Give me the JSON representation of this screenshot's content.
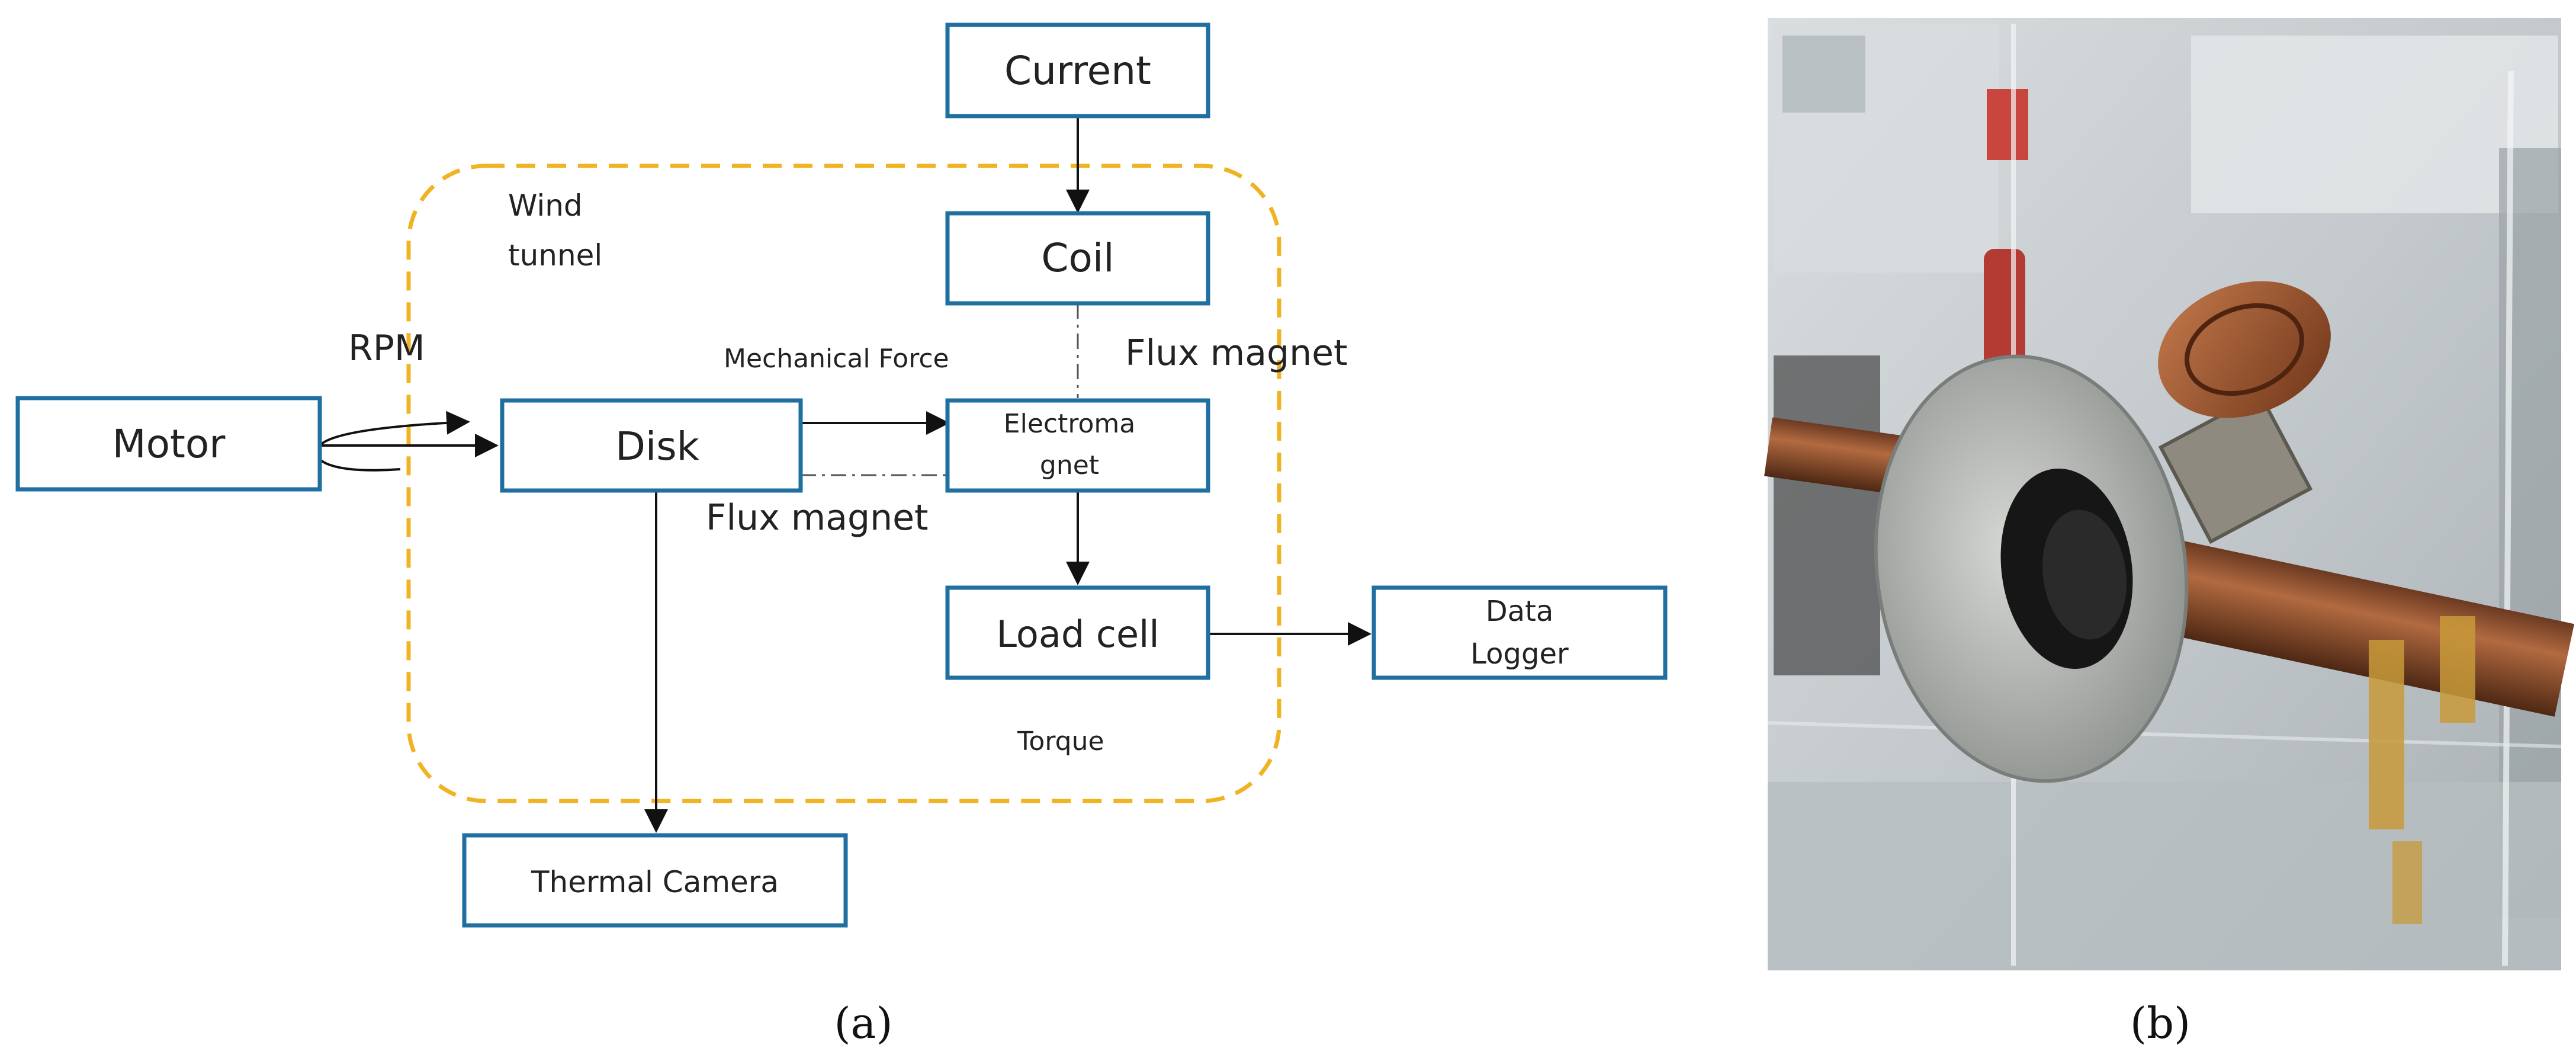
{
  "diagram": {
    "nodes": {
      "current": "Current",
      "coil": "Coil",
      "motor": "Motor",
      "disk": "Disk",
      "electromagnet_line1": "Electroma",
      "electromagnet_line2": "gnet",
      "load_cell": "Load cell",
      "data_logger_line1": "Data",
      "data_logger_line2": "Logger",
      "thermal_camera": "Thermal Camera"
    },
    "region": {
      "line1": "Wind",
      "line2": "tunnel"
    },
    "labels": {
      "rpm": "RPM",
      "mechanical_force": "Mechanical Force",
      "flux_magnet_top": "Flux magnet",
      "flux_magnet_bottom": "Flux magnet",
      "torque": "Torque"
    },
    "edges": [
      {
        "from": "current",
        "to": "coil",
        "style": "arrow"
      },
      {
        "from": "coil",
        "to": "electromagnet",
        "style": "dash-dot"
      },
      {
        "from": "motor",
        "to": "disk",
        "style": "arrow",
        "label": "RPM"
      },
      {
        "from": "disk",
        "to": "electromagnet",
        "style": "arrow",
        "label": "Mechanical Force"
      },
      {
        "from": "electromagnet",
        "to": "disk",
        "style": "dash-dot",
        "label": "Flux magnet"
      },
      {
        "from": "electromagnet",
        "to": "load_cell",
        "style": "arrow"
      },
      {
        "from": "load_cell",
        "to": "data_logger",
        "style": "arrow"
      },
      {
        "from": "disk",
        "to": "thermal_camera",
        "style": "arrow"
      }
    ],
    "colors": {
      "box_border": "#1f6fa0",
      "wind_tunnel_border": "#f0b323",
      "text": "#222222"
    }
  },
  "photo": {
    "colors": {
      "background": "#c8cdd0",
      "copper": "#8a4a26",
      "disk": "#b6b8b4",
      "hub": "#141414",
      "tape": "#c89a3a"
    }
  },
  "captions": {
    "a": "(a)",
    "b": "(b)"
  }
}
